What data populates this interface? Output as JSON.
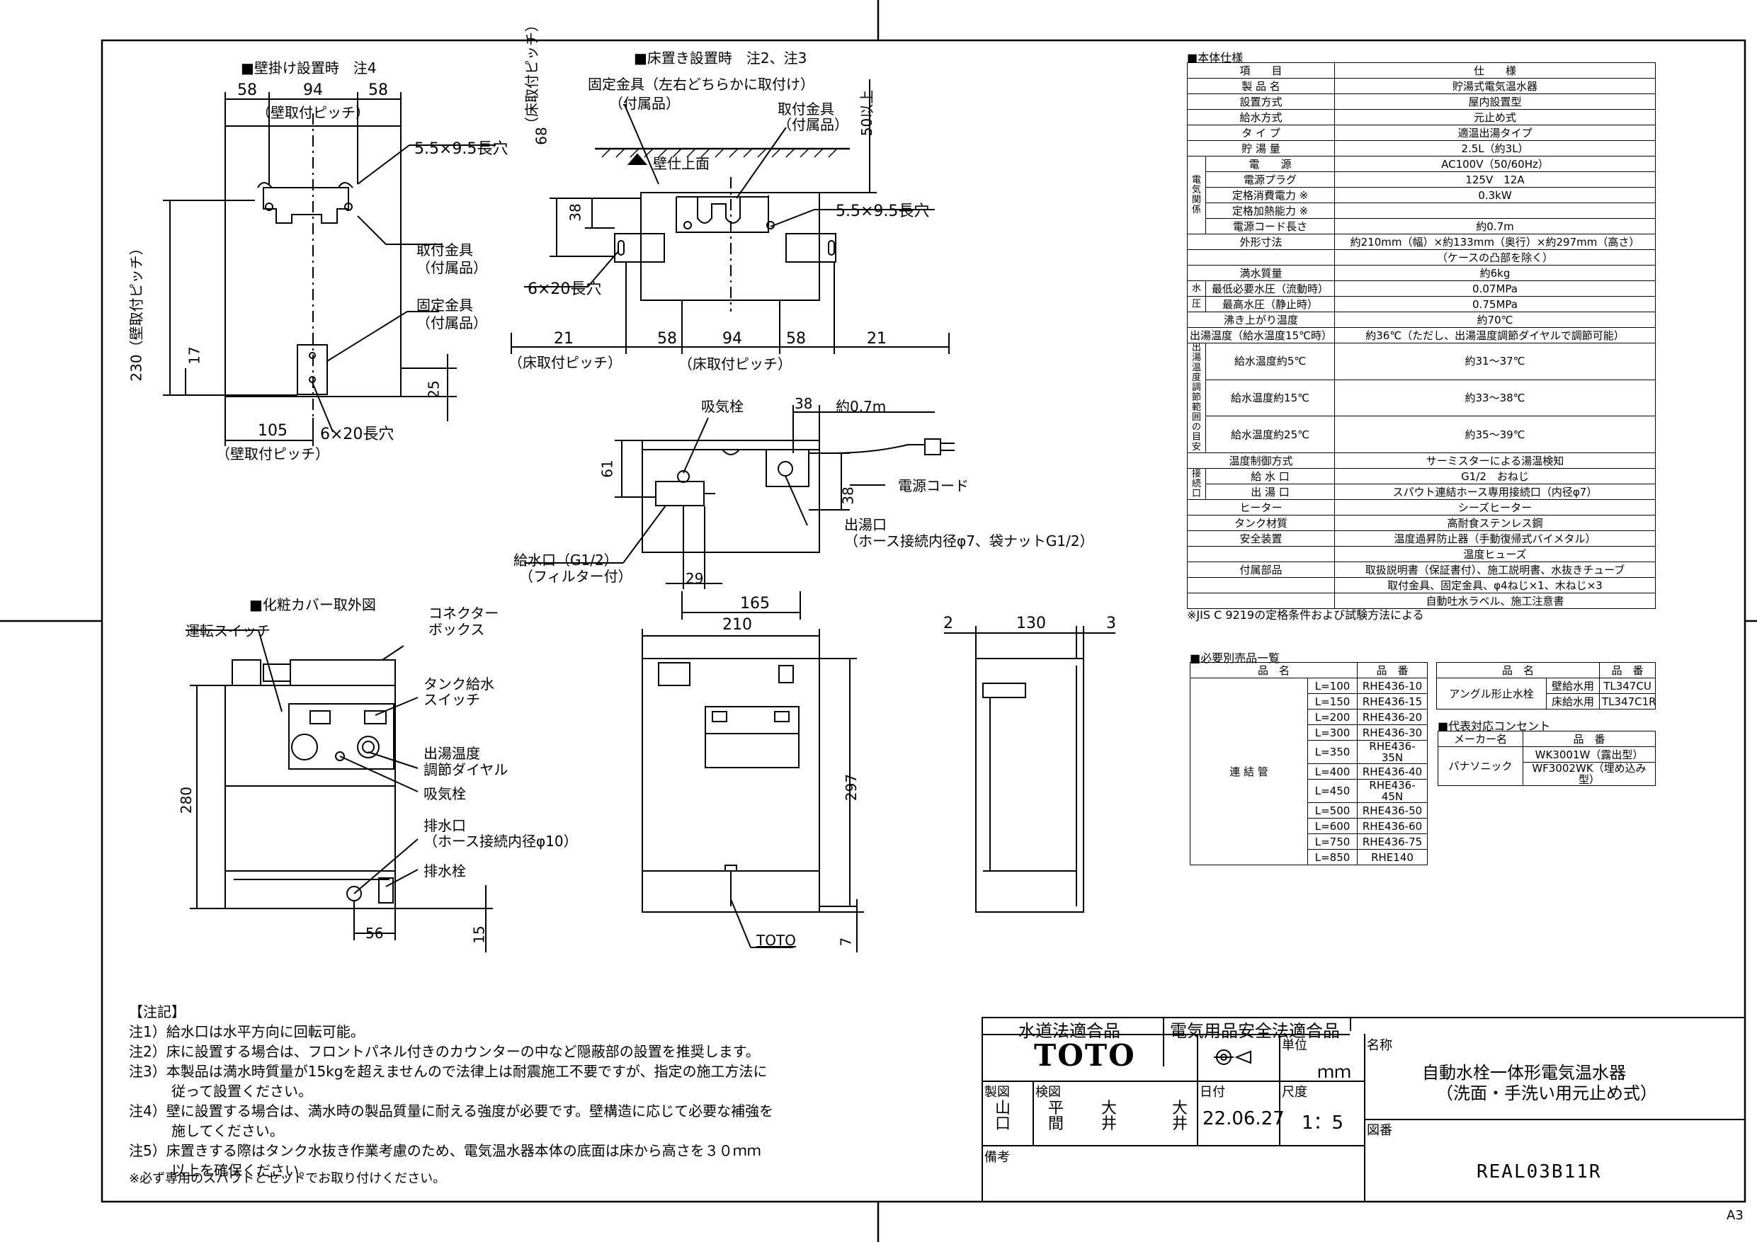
{
  "views": {
    "wall": {
      "title": "■壁掛け設置時　注4",
      "dims": {
        "d58a": "58",
        "d94": "94",
        "d58b": "58",
        "pitch_top": "（壁取付ピッチ）",
        "hole": "5.5×9.5長穴",
        "fit1": "取付金具",
        "fit1b": "（付属品）",
        "fix": "固定金具",
        "fixb": "（付属品）",
        "d230": "230（壁取付ピッチ）",
        "d17": "17",
        "d25": "25",
        "slot": "6×20長穴",
        "d105": "105",
        "pitch_bot": "（壁取付ピッチ）"
      }
    },
    "floor": {
      "title": "■床置き設置時　注2、注3",
      "dims": {
        "fix": "固定金具（左右どちらかに取付け）",
        "fixb": "（付属品）",
        "fit": "取付金具",
        "fitb": "（付属品）",
        "d68": "68",
        "d68b": "（床取付ピッチ）",
        "d50": "50以上",
        "wall": "壁仕上面",
        "d38": "38",
        "hole": "5.5×9.5長穴",
        "slot": "6×20長穴",
        "d21a": "21",
        "d58a": "58",
        "d94": "94",
        "d58b": "58",
        "d21b": "21",
        "pitch_l": "（床取付ピッチ）",
        "pitch_c": "（床取付ピッチ）"
      }
    },
    "top": {
      "dims": {
        "vent": "吸気栓",
        "d38": "38",
        "cord_len": "約0.7m",
        "d61": "61",
        "d38b": "38",
        "cord": "電源コード",
        "outlet": "出湯口",
        "outlet_b": "（ホース接続内径φ7、袋ナットG1/2）",
        "inlet": "給水口（G1/2）",
        "inlet_b": "（フィルター付）",
        "d29": "29",
        "d165": "165"
      }
    },
    "cover": {
      "title": "■化粧カバー取外図",
      "labels": {
        "run": "運転スイッチ",
        "conn": "コネクター",
        "conn2": "ボックス",
        "tank": "タンク給水",
        "tank2": "スイッチ",
        "temp": "出湯温度",
        "temp2": "調節ダイヤル",
        "vent": "吸気栓",
        "drain": "排水口",
        "drain2": "（ホース接続内径φ10）",
        "plug": "排水栓",
        "d280": "280",
        "d56": "56",
        "d15": "15"
      }
    },
    "front": {
      "dims": {
        "d210": "210",
        "d297": "297",
        "d7": "7",
        "toto": "TOTO"
      }
    },
    "side": {
      "dims": {
        "d2": "2",
        "d130": "130",
        "d3": "3"
      }
    }
  },
  "spec": {
    "title": "■本体仕様",
    "header": [
      "項　　目",
      "仕　　様"
    ],
    "rows": [
      [
        "製 品 名",
        "貯湯式電気温水器"
      ],
      [
        "設置方式",
        "屋内設置型"
      ],
      [
        "給水方式",
        "元止め式"
      ],
      [
        "タ イ プ",
        "適温出湯タイプ"
      ],
      [
        "貯 湯 量",
        "2.5L（約3L）"
      ],
      [
        "電　　源",
        "AC100V（50/60Hz）"
      ],
      [
        "電源プラグ",
        "125V　12A"
      ],
      [
        "定格消費電力 ※",
        "0.3kW"
      ],
      [
        "定格加熱能力 ※",
        ""
      ],
      [
        "電源コード長さ",
        "約0.7m"
      ],
      [
        "外形寸法",
        "約210mm（幅）×約133mm（奥行）×約297mm（高さ）"
      ],
      [
        "",
        "（ケースの凸部を除く）"
      ],
      [
        "満水質量",
        "約6kg"
      ],
      [
        "最低必要水圧（流動時）",
        "0.07MPa"
      ],
      [
        "最高水圧（静止時）",
        "0.75MPa"
      ],
      [
        "沸き上がり温度",
        "約70℃"
      ],
      [
        "出湯温度（給水温度15℃時）",
        "約36℃（ただし、出湯温度調節ダイヤルで調節可能）"
      ],
      [
        "給水温度約5℃",
        "約31～37℃"
      ],
      [
        "給水温度約15℃",
        "約33～38℃"
      ],
      [
        "給水温度約25℃",
        "約35～39℃"
      ],
      [
        "温度制御方式",
        "サーミスターによる湯温検知"
      ],
      [
        "給 水 口",
        "G1/2　おねじ"
      ],
      [
        "出 湯 口",
        "スパウト連結ホース専用接続口（内径φ7）"
      ],
      [
        "ヒーター",
        "シーズヒーター"
      ],
      [
        "タンク材質",
        "高耐食ステンレス鋼"
      ],
      [
        "安全装置",
        "温度過昇防止器（手動復帰式バイメタル）"
      ],
      [
        "",
        "温度ヒューズ"
      ],
      [
        "付属部品",
        "取扱説明書（保証書付）、施工説明書、水抜きチューブ"
      ],
      [
        "",
        "取付金具、固定金具、φ4ねじ×1、木ねじ×3"
      ],
      [
        "",
        "自動吐水ラベル、施工注意書"
      ]
    ],
    "group_elec": "電気関係",
    "group_press_a": "水",
    "group_press_b": "圧",
    "group_temp": "出湯温度調節範囲の目安",
    "group_conn": "接続口",
    "footnote": "※JIS C 9219の定格条件および試験方法による"
  },
  "options": {
    "title": "■必要別売品一覧",
    "header": [
      "品　名",
      "品　番"
    ],
    "group": "連 結 管",
    "rows": [
      [
        "L=100",
        "RHE436-10"
      ],
      [
        "L=150",
        "RHE436-15"
      ],
      [
        "L=200",
        "RHE436-20"
      ],
      [
        "L=300",
        "RHE436-30"
      ],
      [
        "L=350",
        "RHE436-35N"
      ],
      [
        "L=400",
        "RHE436-40"
      ],
      [
        "L=450",
        "RHE436-45N"
      ],
      [
        "L=500",
        "RHE436-50"
      ],
      [
        "L=600",
        "RHE436-60"
      ],
      [
        "L=750",
        "RHE436-75"
      ],
      [
        "L=850",
        "RHE140"
      ]
    ],
    "valve_header": [
      "品　名",
      "品　番"
    ],
    "valve_name": "アングル形止水栓",
    "valve_rows": [
      [
        "壁給水用",
        "TL347CU"
      ],
      [
        "床給水用",
        "TL347C1R"
      ]
    ],
    "outlet_title": "■代表対応コンセント",
    "outlet_header": [
      "メーカー名",
      "品　番"
    ],
    "outlet_maker": "パナソニック",
    "outlet_rows": [
      "WK3001W（露出型）",
      "WF3002WK（埋め込み型）"
    ]
  },
  "notes": {
    "title": "【注記】",
    "items": [
      "注1）給水口は水平方向に回転可能。",
      "注2）床に設置する場合は、フロントパネル付きのカウンターの中など隠蔽部の設置を推奨します。",
      "注3）本製品は満水時質量が15kgを超えませんので法律上は耐震施工不要ですが、指定の施工方法に",
      "　　　従って設置ください。",
      "注4）壁に設置する場合は、満水時の製品質量に耐える強度が必要です。壁構造に応じて必要な補強を",
      "　　　施してください。",
      "注5）床置きする際はタンク水抜き作業考慮のため、電気温水器本体の底面は床から高さを３０ｍｍ",
      "　　　以上を確保ください。"
    ],
    "spout": "※必ず専用のスパウトとセットでお取り付けください。"
  },
  "titleblock": {
    "cert1": "水道法適合品",
    "cert2": "電気用品安全法適合品",
    "brand": "TOTO",
    "unit_label": "単位",
    "unit": "ｍｍ",
    "name_label": "名称",
    "name1": "自動水栓一体形電気温水器",
    "name2": "（洗面・手洗い用元止め式）",
    "draw_label": "製図",
    "drawer": "山口",
    "check_label": "検図",
    "checker1": "平間",
    "checker2": "大井",
    "checker3": "大井",
    "date_label": "日付",
    "date": "22.06.27",
    "scale_label": "尺度",
    "scale": "1：5",
    "dwg_label": "図番",
    "dwg": "REAL03B11R",
    "remark_label": "備考",
    "size": "A3"
  }
}
